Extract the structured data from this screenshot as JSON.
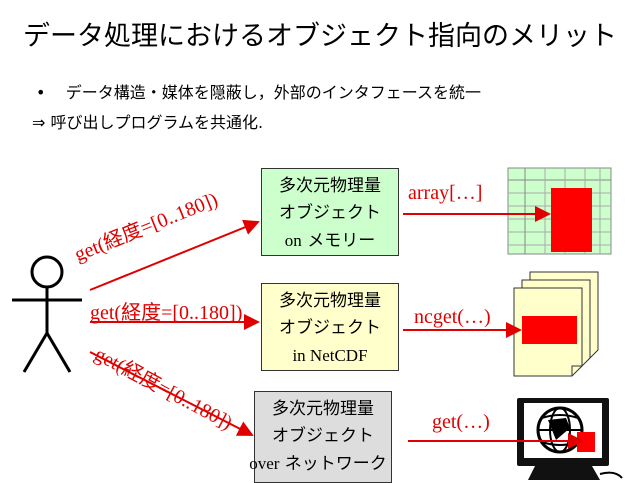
{
  "title": "データ処理におけるオブジェクト指向のメリット",
  "bullets": [
    {
      "marker": "•",
      "text": "データ構造・媒体を隠蔽し，外部のインタフェースを統一"
    },
    {
      "marker": "⇒",
      "text": "呼び出しプログラムを共通化."
    }
  ],
  "boxes": {
    "memory": {
      "line1": "多次元物理量",
      "line2": "オブジェクト",
      "line3_prefix": "on",
      "line3_suffix": " メモリー"
    },
    "netcdf": {
      "line1": "多次元物理量",
      "line2": "オブジェクト",
      "line3": "in NetCDF"
    },
    "network": {
      "line1": "多次元物理量",
      "line2": "オブジェクト",
      "line3_prefix": "over",
      "line3_suffix": " ネットワーク"
    }
  },
  "calls": {
    "upper": "get(経度=[0..180])",
    "middle": "get(経度=[0..180])",
    "lower": "get(経度=[0..180])"
  },
  "access": {
    "memory": "array[…]",
    "netcdf": "ncget(…)",
    "network": "get(…)"
  },
  "icons": {
    "person": "stick-figure-icon",
    "memory": "array-grid-icon",
    "netcdf": "file-stack-icon",
    "network": "computer-globe-icon"
  },
  "colors": {
    "red": "#e00000",
    "memory_box": "#ccffcc",
    "netcdf_box": "#ffffcc",
    "network_box": "#dddddd",
    "grid": "#ccffcc"
  }
}
